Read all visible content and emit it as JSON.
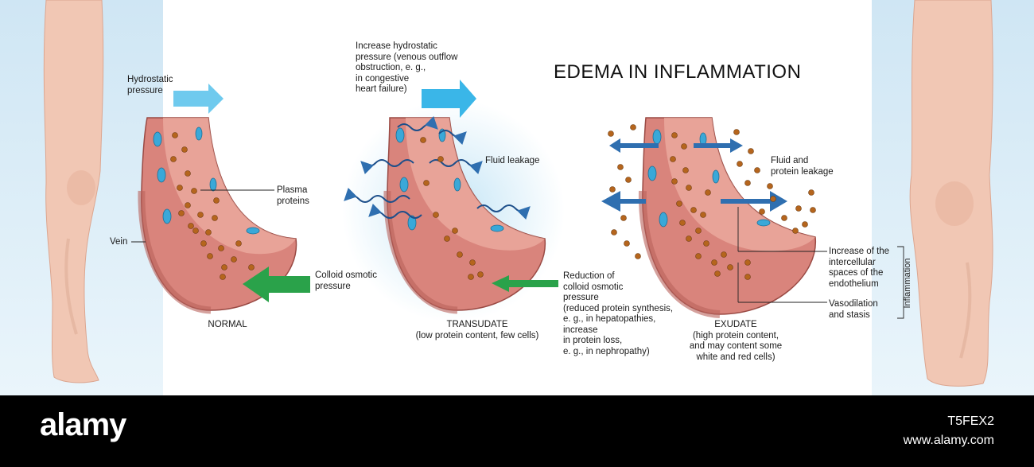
{
  "title": "EDEMA IN INFLAMMATION",
  "labels": {
    "hydrostatic_pressure": "Hydrostatic\npressure",
    "plasma_proteins": "Plasma\nproteins",
    "vein": "Vein",
    "colloid_osmotic_pressure": "Colloid osmotic\npressure",
    "increase_hydrostatic": "Increase hydrostatic\npressure (venous outflow\nobstruction, e. g.,\nin congestive\nheart failure)",
    "fluid_leakage": "Fluid leakage",
    "reduction_colloid": "Reduction of\ncolloid osmotic\npressure\n(reduced protein synthesis,\ne. g., in hepatopathies,\nincrease\nin protein loss,\ne. g., in nephropathy)",
    "fluid_protein_leakage": "Fluid and\nprotein leakage",
    "intercellular_spaces": "Increase of the\nintercellular\nspaces of the\nendothelium",
    "vasodilation": "Vasodilation\nand stasis",
    "inflammation": "Inflammation"
  },
  "captions": {
    "normal": "NORMAL",
    "transudate": "TRANSUDATE\n(low protein content, few cells)",
    "exudate": "EXUDATE\n(high protein content,\nand may content some\nwhite and red cells)"
  },
  "footer": {
    "logo": "alamy",
    "stock_id": "T5FEX2",
    "site": "www.alamy.com"
  },
  "colors": {
    "vessel": "#d9847c",
    "vessel_dark": "#b9625c",
    "endothelium": "#eeb0a4",
    "nucleus": "#3aa8d8",
    "protein": "#b5651d",
    "blue_arrow": "#2f86c8",
    "light_blue_arrow": "#3ab6e8",
    "green_arrow": "#2aa24a",
    "leak_halo": "#bfe3f5"
  }
}
